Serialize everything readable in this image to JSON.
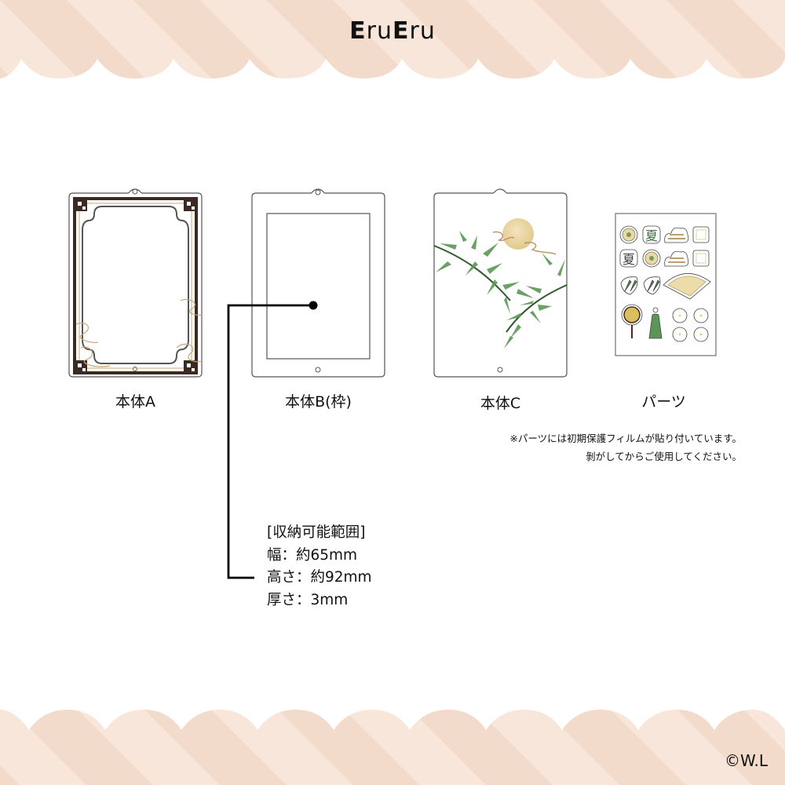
{
  "header": {
    "brand_logo": "EruEru",
    "brand_parts": [
      "E",
      "ru",
      "E",
      "ru"
    ]
  },
  "colors": {
    "band_light": "#f8e7dc",
    "band_dark": "#f2dccd",
    "outline": "#555555",
    "frame_dark": "#3a2a22",
    "gold": "#c9a877",
    "moon": "#ead7a6",
    "bamboo": "#4f8a4a",
    "leader_line": "#000000"
  },
  "products": [
    {
      "id": "body-a",
      "label": "本体A"
    },
    {
      "id": "body-b",
      "label": "本体B(枠)"
    },
    {
      "id": "body-c",
      "label": "本体C"
    },
    {
      "id": "parts",
      "label": "パーツ"
    }
  ],
  "notes": {
    "line1": "※パーツには初期保護フィルムが貼り付いています。",
    "line2": "剝がしてからご使用してください。"
  },
  "storage_spec": {
    "title": "[収納可能範囲]",
    "width": "幅：約65mm",
    "height": "高さ：約92mm",
    "thickness": "厚さ：3mm"
  },
  "parts_sheet": {
    "icons": [
      "medallion-icon",
      "summer-kanji-icon",
      "cloud-pattern-icon",
      "fret-square-icon",
      "summer-kanji-icon",
      "medallion-icon",
      "cloud-pattern-icon",
      "fret-square-icon",
      "bamboo-leaf-icon",
      "bamboo-leaf-icon",
      "folding-fan-icon",
      "round-fan-icon",
      "tassel-charm-icon",
      "blank-circle-icon",
      "blank-circle-icon",
      "blank-circle-icon",
      "blank-circle-icon"
    ]
  },
  "footer": {
    "copyright": "©W.L"
  }
}
